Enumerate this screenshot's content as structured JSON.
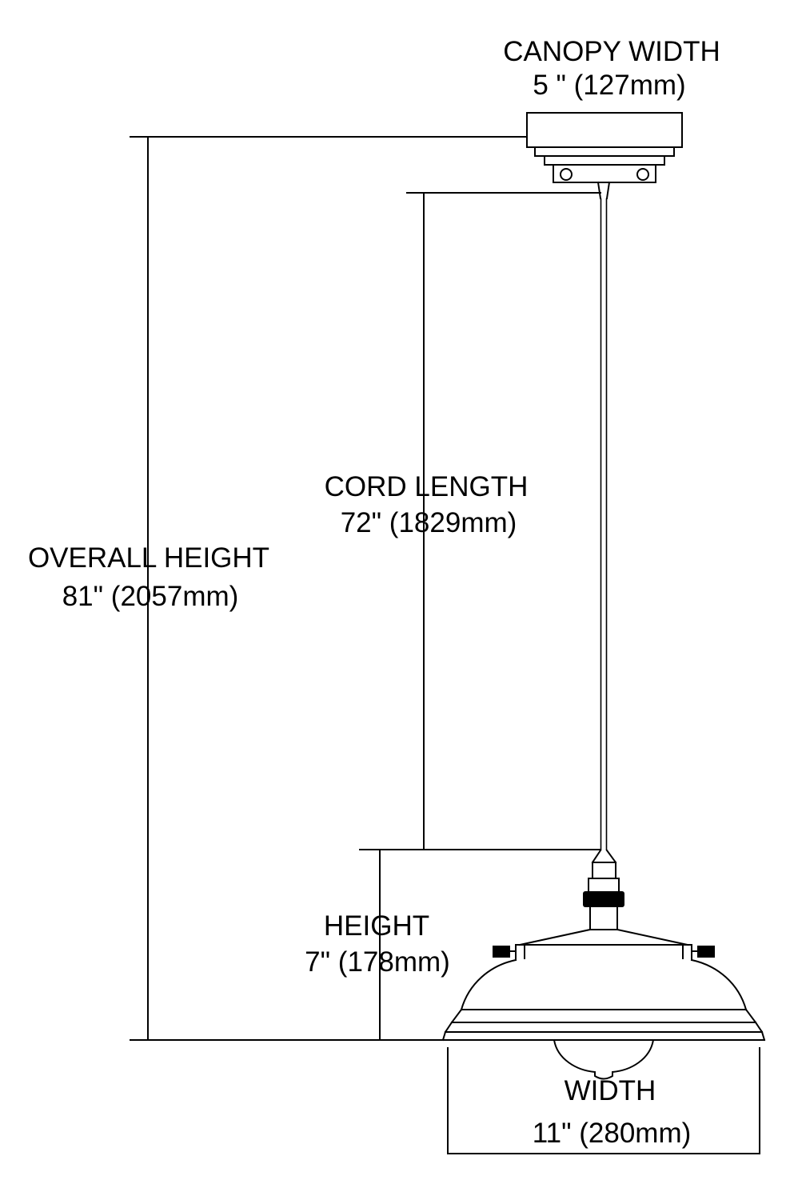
{
  "diagram": {
    "title": "Pendant light fixture dimension diagram",
    "dimensions": {
      "canopy_width": {
        "label": "CANOPY WIDTH",
        "value": "5 \" (127mm)"
      },
      "cord_length": {
        "label": "CORD LENGTH",
        "value": "72\" (1829mm)"
      },
      "overall_height": {
        "label": "OVERALL HEIGHT",
        "value": "81\" (2057mm)"
      },
      "height": {
        "label": "HEIGHT",
        "value": "7\" (178mm)"
      },
      "width": {
        "label": "WIDTH",
        "value": "11\" (280mm)"
      }
    },
    "colors": {
      "line": "#000000",
      "background": "#ffffff"
    }
  }
}
